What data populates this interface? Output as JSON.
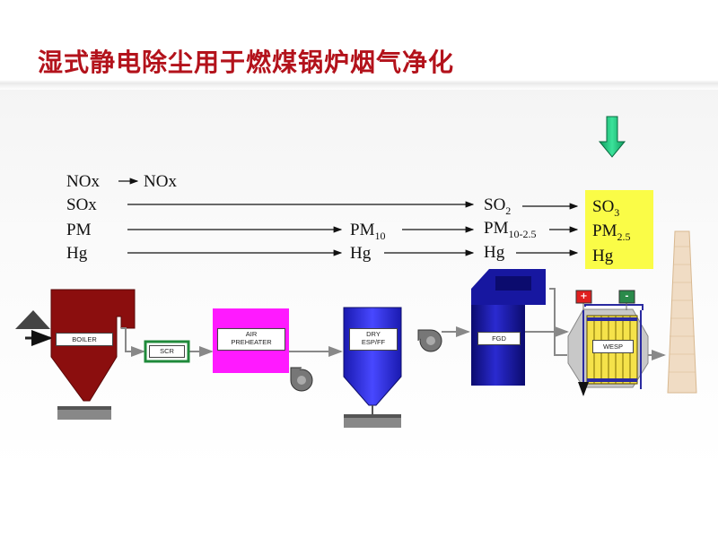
{
  "title": "湿式静电除尘用于燃煤锅炉烟气净化",
  "pollutants": {
    "inlet": [
      "NOx",
      "SOx",
      "PM",
      "Hg"
    ],
    "after_scr": "NOx",
    "after_esp": {
      "pm": "PM",
      "pm_sub": "10",
      "hg": "Hg"
    },
    "after_fgd": {
      "so": "SO",
      "so_sub": "2",
      "pm": "PM",
      "pm_sub": "10-2.5",
      "hg": "Hg"
    },
    "to_wesp": {
      "so": "SO",
      "so_sub": "3",
      "pm": "PM",
      "pm_sub": "2.5",
      "hg": "Hg"
    }
  },
  "units": {
    "boiler": "BOILER",
    "scr": "SCR",
    "air_preheater_1": "AIR",
    "air_preheater_2": "PREHEATER",
    "dry_1": "DRY",
    "dry_2": "ESP/FF",
    "fgd": "FGD",
    "wesp": "WESP"
  },
  "electrodes": {
    "positive": "+",
    "negative": "-"
  },
  "colors": {
    "title": "#b3121b",
    "boiler": "#8b0e0e",
    "scr_border": "#1f8a3a",
    "air_preheater": "#ff1aff",
    "dry_esp": "#2727e0",
    "fgd": "#14149a",
    "highlight": "#fafc47",
    "down_arrow": "#19c27c",
    "chimney": "#e8d0b0"
  }
}
